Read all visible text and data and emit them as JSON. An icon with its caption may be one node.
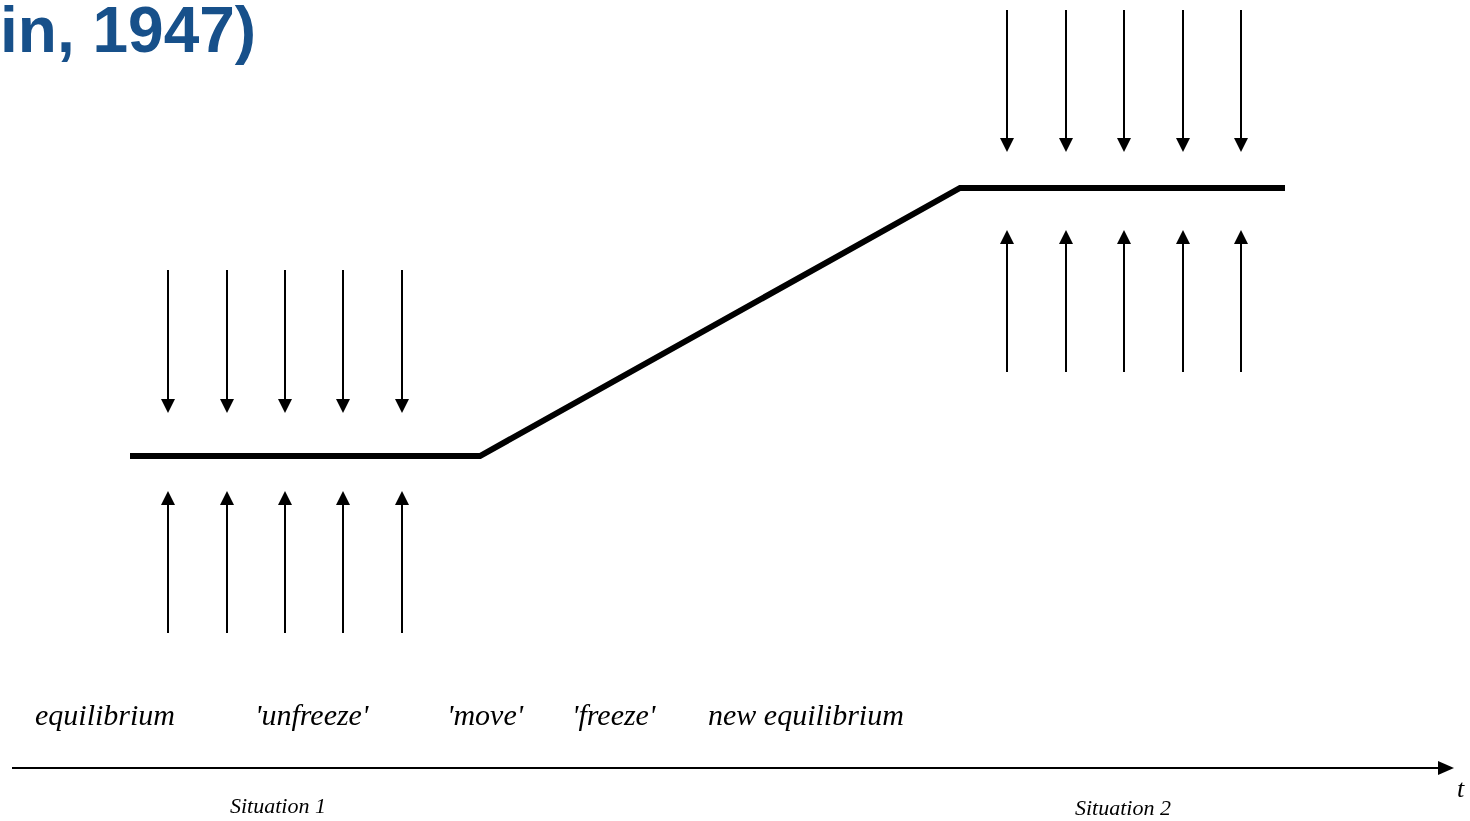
{
  "diagram": {
    "title": "in, 1947)",
    "labels": [
      "equilibrium",
      "'unfreeze'",
      "'move'",
      "'freeze'",
      "new equilibrium",
      "t",
      "Situation 1",
      "Situation 2"
    ]
  }
}
